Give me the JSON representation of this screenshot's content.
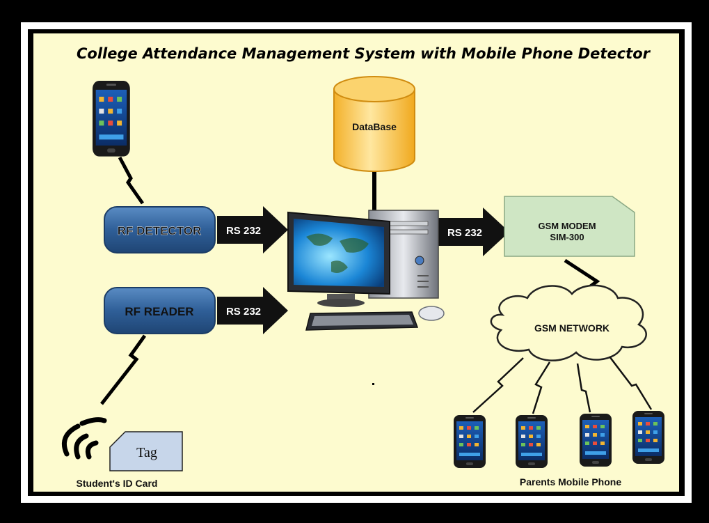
{
  "title": "College Attendance Management System with Mobile Phone Detector",
  "nodes": {
    "database": "DataBase",
    "rf_detector": "RF DETECTOR",
    "rf_reader": "RF READER",
    "gsm_modem_line1": "GSM MODEM",
    "gsm_modem_line2": "SIM-300",
    "gsm_network": "GSM NETWORK",
    "tag": "Tag"
  },
  "links": {
    "detector_to_pc": "RS 232",
    "reader_to_pc": "RS 232",
    "pc_to_modem": "RS 232"
  },
  "captions": {
    "student_id": "Student's ID Card",
    "parents_phone": "Parents Mobile Phone"
  },
  "colors": {
    "background": "#fdfbcf",
    "rf_box": "#3a6fa8",
    "database": "#f7c544",
    "modem": "#cfe6c4",
    "arrow": "#111111"
  }
}
